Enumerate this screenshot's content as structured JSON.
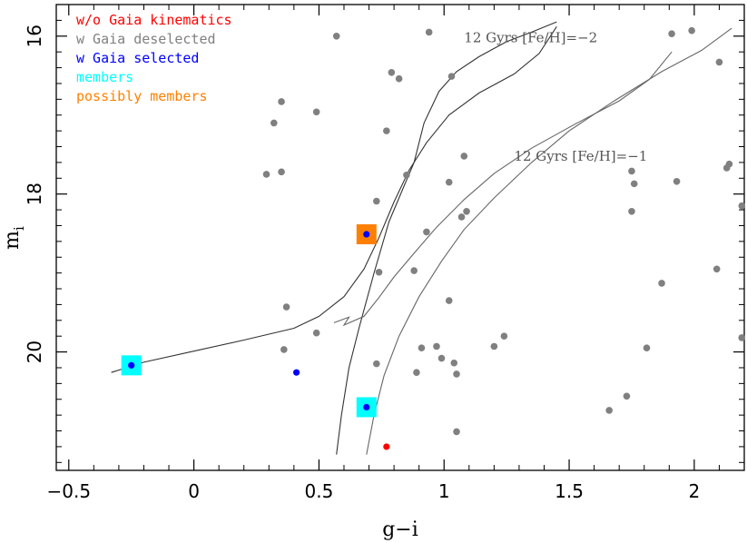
{
  "chart_data": {
    "type": "scatter",
    "xlabel": "g−i",
    "ylabel_main": "m",
    "ylabel_sub": "i",
    "xlim": [
      -0.55,
      2.2
    ],
    "ylim": [
      21.5,
      15.6
    ],
    "y_inverted": true,
    "xticks": [
      {
        "value": -0.5,
        "label": "−0.5"
      },
      {
        "value": 0,
        "label": "0"
      },
      {
        "value": 0.5,
        "label": "0.5"
      },
      {
        "value": 1,
        "label": "1"
      },
      {
        "value": 1.5,
        "label": "1.5"
      },
      {
        "value": 2,
        "label": "2"
      }
    ],
    "yticks": [
      {
        "value": 16,
        "label": "16"
      },
      {
        "value": 18,
        "label": "18"
      },
      {
        "value": 20,
        "label": "20"
      }
    ],
    "legend": {
      "position": "top-left",
      "entries": [
        {
          "label": "w/o Gaia kinematics",
          "color": "#ff0000"
        },
        {
          "label": "w Gaia deselected",
          "color": "#808080"
        },
        {
          "label": "w Gaia selected",
          "color": "#0000ff"
        },
        {
          "label": "members",
          "color": "#00ffff"
        },
        {
          "label": "possibly members",
          "color": "#ff8000"
        }
      ]
    },
    "colors": {
      "no_kinematics": "#ff0000",
      "deselected": "#808080",
      "selected": "#0000ff",
      "members": "#00ffff",
      "possible": "#ff8000",
      "iso_metal_poor": "#333333",
      "iso_metal_rich": "#666666"
    },
    "series": [
      {
        "key": "deselected",
        "points": [
          {
            "x": 0.57,
            "y": 16.0
          },
          {
            "x": 0.94,
            "y": 15.95
          },
          {
            "x": 1.91,
            "y": 15.97
          },
          {
            "x": 1.99,
            "y": 15.93
          },
          {
            "x": 2.1,
            "y": 16.33
          },
          {
            "x": 0.79,
            "y": 16.46
          },
          {
            "x": 0.82,
            "y": 16.54
          },
          {
            "x": 1.03,
            "y": 16.51
          },
          {
            "x": 0.35,
            "y": 16.83
          },
          {
            "x": 0.49,
            "y": 16.96
          },
          {
            "x": 0.32,
            "y": 17.1
          },
          {
            "x": 0.77,
            "y": 17.2
          },
          {
            "x": 1.08,
            "y": 17.52
          },
          {
            "x": 0.29,
            "y": 17.75
          },
          {
            "x": 0.35,
            "y": 17.72
          },
          {
            "x": 0.85,
            "y": 17.76
          },
          {
            "x": 1.02,
            "y": 17.85
          },
          {
            "x": 2.14,
            "y": 17.62
          },
          {
            "x": 2.13,
            "y": 17.67
          },
          {
            "x": 1.75,
            "y": 17.71
          },
          {
            "x": 1.76,
            "y": 17.87
          },
          {
            "x": 1.93,
            "y": 17.84
          },
          {
            "x": 0.73,
            "y": 18.09
          },
          {
            "x": 1.09,
            "y": 18.22
          },
          {
            "x": 1.07,
            "y": 18.29
          },
          {
            "x": 1.75,
            "y": 18.22
          },
          {
            "x": 2.19,
            "y": 18.15
          },
          {
            "x": 0.93,
            "y": 18.48
          },
          {
            "x": 0.74,
            "y": 18.99
          },
          {
            "x": 0.88,
            "y": 18.97
          },
          {
            "x": 2.09,
            "y": 18.95
          },
          {
            "x": 1.87,
            "y": 19.13
          },
          {
            "x": 0.37,
            "y": 19.43
          },
          {
            "x": 1.02,
            "y": 19.35
          },
          {
            "x": 0.49,
            "y": 19.76
          },
          {
            "x": 1.24,
            "y": 19.8
          },
          {
            "x": 2.19,
            "y": 19.82
          },
          {
            "x": 0.36,
            "y": 19.97
          },
          {
            "x": 0.91,
            "y": 19.95
          },
          {
            "x": 0.97,
            "y": 19.93
          },
          {
            "x": 1.2,
            "y": 19.93
          },
          {
            "x": 1.81,
            "y": 19.95
          },
          {
            "x": 0.99,
            "y": 20.08
          },
          {
            "x": 1.04,
            "y": 20.14
          },
          {
            "x": 0.73,
            "y": 20.15
          },
          {
            "x": 0.89,
            "y": 20.26
          },
          {
            "x": 1.05,
            "y": 20.28
          },
          {
            "x": 1.73,
            "y": 20.56
          },
          {
            "x": 1.66,
            "y": 20.74
          },
          {
            "x": 1.05,
            "y": 21.01
          }
        ]
      },
      {
        "key": "selected",
        "points": [
          {
            "x": -0.25,
            "y": 20.17
          },
          {
            "x": 0.41,
            "y": 20.26
          },
          {
            "x": 0.69,
            "y": 18.51
          },
          {
            "x": 0.69,
            "y": 20.7
          }
        ]
      },
      {
        "key": "no_kinematics",
        "points": [
          {
            "x": 0.77,
            "y": 21.2
          }
        ]
      },
      {
        "key": "members",
        "points": [
          {
            "x": -0.25,
            "y": 20.17
          },
          {
            "x": 0.69,
            "y": 20.7
          }
        ]
      },
      {
        "key": "possible",
        "points": [
          {
            "x": 0.69,
            "y": 18.51
          }
        ]
      }
    ],
    "isochrones": [
      {
        "label": "12 Gyrs [Fe/H]=−2",
        "color_key": "iso_metal_poor",
        "label_anchor": {
          "x": 1.08,
          "y": 16.08
        },
        "lines": [
          [
            [
              -0.33,
              20.26
            ],
            [
              -0.2,
              20.13
            ],
            [
              0,
              19.99
            ],
            [
              0.2,
              19.85
            ],
            [
              0.4,
              19.7
            ],
            [
              0.5,
              19.55
            ],
            [
              0.6,
              19.3
            ],
            [
              0.68,
              18.95
            ],
            [
              0.74,
              18.55
            ],
            [
              0.8,
              18.1
            ],
            [
              0.86,
              17.7
            ],
            [
              0.93,
              17.35
            ],
            [
              1.02,
              17.0
            ],
            [
              1.14,
              16.72
            ],
            [
              1.28,
              16.48
            ],
            [
              1.38,
              16.22
            ],
            [
              1.45,
              15.88
            ]
          ],
          [
            [
              0.57,
              21.3
            ],
            [
              0.59,
              20.8
            ],
            [
              0.62,
              20.2
            ],
            [
              0.66,
              19.7
            ],
            [
              0.72,
              19.0
            ],
            [
              0.78,
              18.35
            ],
            [
              0.84,
              17.9
            ],
            [
              0.88,
              17.6
            ],
            [
              0.92,
              17.1
            ],
            [
              0.98,
              16.7
            ],
            [
              1.05,
              16.45
            ],
            [
              1.14,
              16.26
            ],
            [
              1.25,
              16.07
            ],
            [
              1.35,
              15.95
            ],
            [
              1.45,
              15.82
            ]
          ]
        ]
      },
      {
        "label": "12 Gyrs [Fe/H]=−1",
        "color_key": "iso_metal_rich",
        "label_anchor": {
          "x": 1.28,
          "y": 17.58
        },
        "lines": [
          [
            [
              0.56,
              19.63
            ],
            [
              0.62,
              19.56
            ],
            [
              0.6,
              19.66
            ],
            [
              0.68,
              19.55
            ],
            [
              0.74,
              19.31
            ],
            [
              0.8,
              19.05
            ],
            [
              0.88,
              18.75
            ],
            [
              0.97,
              18.42
            ],
            [
              1.08,
              18.07
            ],
            [
              1.2,
              17.74
            ],
            [
              1.35,
              17.42
            ],
            [
              1.52,
              17.12
            ],
            [
              1.7,
              16.82
            ],
            [
              1.82,
              16.55
            ],
            [
              1.91,
              16.2
            ]
          ],
          [
            [
              0.69,
              21.3
            ],
            [
              0.72,
              20.8
            ],
            [
              0.76,
              20.3
            ],
            [
              0.82,
              19.8
            ],
            [
              0.9,
              19.3
            ],
            [
              0.99,
              18.85
            ],
            [
              1.08,
              18.45
            ],
            [
              1.2,
              18.05
            ],
            [
              1.35,
              17.6
            ],
            [
              1.5,
              17.2
            ],
            [
              1.68,
              16.82
            ],
            [
              1.87,
              16.45
            ],
            [
              2.03,
              16.18
            ],
            [
              2.15,
              15.9
            ]
          ]
        ]
      }
    ]
  }
}
